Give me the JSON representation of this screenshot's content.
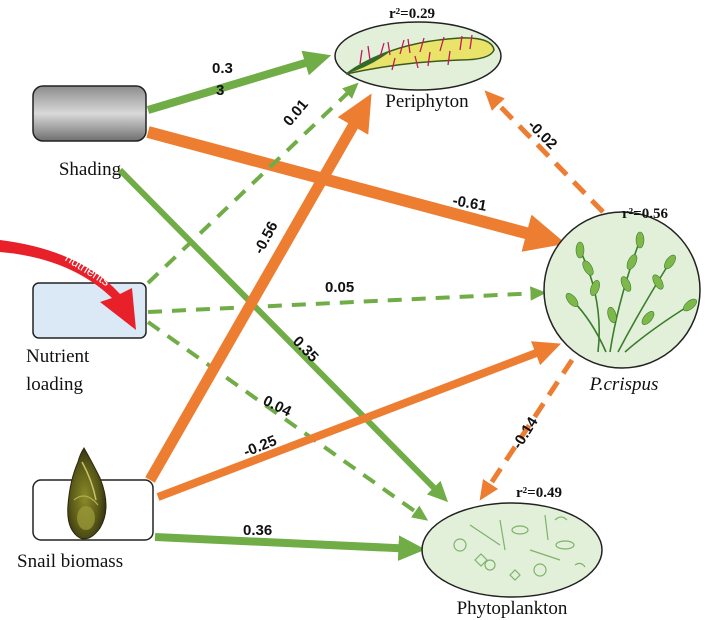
{
  "colors": {
    "positive": "#70ad47",
    "negative": "#ed7d31",
    "node_fill": "#e2f0d9",
    "box_fill": "#dbe9f6",
    "nutrient_arrow": "#e8202a"
  },
  "nodes": {
    "shading": {
      "label": "Shading"
    },
    "nutrient": {
      "label_line1": "Nutrient",
      "label_line2": "loading",
      "arrow_text": "nutrients"
    },
    "snail": {
      "label": "Snail biomass"
    },
    "periphyton": {
      "label": "Periphyton",
      "r2": "r²=0.29"
    },
    "pcrispus": {
      "label": "P.crispus",
      "r2": "r²=0.56"
    },
    "phytoplankton": {
      "label": "Phytoplankton",
      "r2": "r²=0.49"
    }
  },
  "paths": [
    {
      "id": "shading-periphyton",
      "from": "Shading",
      "to": "Periphyton",
      "coef": "0.33",
      "sign": "positive",
      "significant": true
    },
    {
      "id": "shading-pcrispus",
      "from": "Shading",
      "to": "P.crispus",
      "coef": "-0.61",
      "sign": "negative",
      "significant": true
    },
    {
      "id": "shading-phytoplankton",
      "from": "Shading",
      "to": "Phytoplankton",
      "coef": "0.35",
      "sign": "positive",
      "significant": true
    },
    {
      "id": "nutrient-periphyton",
      "from": "Nutrient loading",
      "to": "Periphyton",
      "coef": "0.01",
      "sign": "positive",
      "significant": false
    },
    {
      "id": "nutrient-pcrispus",
      "from": "Nutrient loading",
      "to": "P.crispus",
      "coef": "0.05",
      "sign": "positive",
      "significant": false
    },
    {
      "id": "nutrient-phytoplankton",
      "from": "Nutrient loading",
      "to": "Phytoplankton",
      "coef": "0.04",
      "sign": "positive",
      "significant": false
    },
    {
      "id": "snail-periphyton",
      "from": "Snail biomass",
      "to": "Periphyton",
      "coef": "-0.56",
      "sign": "negative",
      "significant": true
    },
    {
      "id": "snail-pcrispus",
      "from": "Snail biomass",
      "to": "P.crispus",
      "coef": "-0.25",
      "sign": "negative",
      "significant": true
    },
    {
      "id": "snail-phytoplankton",
      "from": "Snail biomass",
      "to": "Phytoplankton",
      "coef": "0.36",
      "sign": "positive",
      "significant": true
    },
    {
      "id": "pcrispus-periphyton",
      "from": "P.crispus",
      "to": "Periphyton",
      "coef": "-0.02",
      "sign": "negative",
      "significant": false
    },
    {
      "id": "pcrispus-phytoplankton",
      "from": "P.crispus",
      "to": "Phytoplankton",
      "coef": "-0.14",
      "sign": "negative",
      "significant": false
    }
  ],
  "coef_labels": {
    "shading_periphyton_a": "0.3",
    "shading_periphyton_b": "3"
  }
}
